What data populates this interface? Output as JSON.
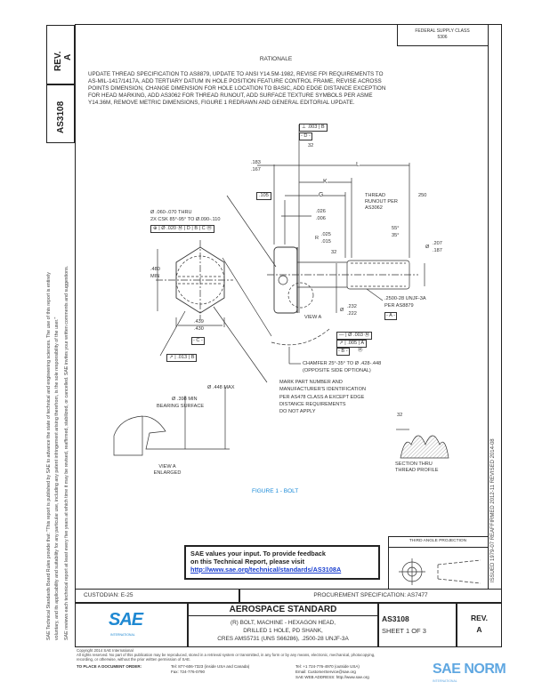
{
  "left_block": {
    "rev_label": "REV.",
    "rev_value": "A",
    "doc_number": "AS3108"
  },
  "left_margin": {
    "line1": "SAE Technical Standards Board Rules provide that: \"This report is published by SAE to advance the state of technical and engineering sciences. The use of this report is entirely",
    "line2": "voluntary, and its applicability and suitability for any particular use, including any patent infringement arising therefrom, is the sole responsibility of the user.\"",
    "line3": "SAE reviews each technical report at least every five years at which time it may be revised, reaffirmed, stabilized, or cancelled. SAE invites your written comments and suggestions."
  },
  "top_right_box": {
    "line1": "FEDERAL SUPPLY CLASS",
    "line2": "5306"
  },
  "rationale": {
    "heading": "RATIONALE",
    "lines": [
      "UPDATE THREAD SPECIFICATION TO AS8879, UPDATE TO ANSI Y14.5M-1982, REVISE FPI REQUIREMENTS TO",
      "AS-MIL-1417/1417A, ADD TERTIARY DATUM IN HOLE POSITION FEATURE CONTROL FRAME, REVISE ACROSS",
      "POINTS DIMENSION, CHANGE DIMENSION FOR HOLE LOCATION TO BASIC, ADD EDGE DISTANCE EXCEPTION",
      "FOR HEAD MARKING, ADD AS3062 FOR THREAD RUNOUT, ADD SURFACE TEXTURE SYMBOLS PER ASME",
      "Y14.36M, REMOVE METRIC DIMENSIONS, FIGURE 1 REDRAWN AND GENERAL EDITORIAL UPDATE."
    ]
  },
  "drawing": {
    "fcf_top": ".003",
    "fcf_top_datum": "B",
    "datum_d": "- D -",
    "roughness_32a": "32",
    "dim_183": ".183",
    "dim_167": ".167",
    "dim_l": "L",
    "dim_k": "K",
    "dim_g": "G",
    "dim_105": ".105",
    "thread_runout": [
      "THREAD",
      "RUNOUT PER",
      "AS3062"
    ],
    "roughness_250": "250",
    "hole_note1": "Ø .060-.070 THRU",
    "hole_note2": "2X CSK 85°-95° TO Ø.090-.110",
    "hole_fcf": [
      "⊕",
      "Ø .020 Ⓜ",
      "D",
      "B",
      "C Ⓜ"
    ],
    "dim_026": ".026",
    "dim_006": ".006",
    "radius_label": "R",
    "dim_r025": ".025",
    "dim_r015": ".015",
    "roughness_32b": "32",
    "angle_55": "55°",
    "angle_35": "35°",
    "dia_sym": "Ø",
    "dim_207": ".207",
    "dim_187": ".187",
    "dim_480": ".480",
    "dim_min": "MIN",
    "thread_spec1": ".2500-28 UNJF-3A",
    "thread_spec2": "PER AS8879",
    "datum_a": "- A -",
    "dim_232": ".232",
    "dim_222": ".222",
    "view_a": "VIEW A",
    "dim_439": ".439",
    "dim_430": ".430",
    "datum_c": "- C -",
    "fcf_straight": [
      "—",
      "Ø .003 Ⓜ"
    ],
    "fcf_runout": [
      "↗",
      ".005",
      "A"
    ],
    "datum_b": "- B -",
    "datum_b_mod": "Ⓜ",
    "fcf_head": [
      "↗",
      ".013",
      "B"
    ],
    "chamfer1": "CHAMFER 25°-35° TO Ø .428-.448",
    "chamfer2": "(OPPOSITE SIDE OPTIONAL)",
    "dim_448": "Ø .448 MAX",
    "mark_note": [
      "MARK PART NUMBER AND",
      "MANUFACTURER'S IDENTIFICATION",
      "PER AS478 CLASS A EXCEPT EDGE",
      "DISTANCE REQUIREMENTS",
      "DO NOT APPLY"
    ],
    "dim_398": "Ø .398 MIN",
    "bearing": "BEARING SURFACE",
    "roughness_32c": "32",
    "view_a_enl": [
      "VIEW A",
      "ENLARGED"
    ],
    "section": [
      "SECTION THRU",
      "THREAD PROFILE"
    ],
    "figure_caption": "FIGURE 1 - BOLT",
    "caption_color": "#1a8ad8"
  },
  "right_margin": "ISSUED 1979-07    REAFFIRMED 2012-11    REVISED 2014-08",
  "feedback": {
    "line1": "SAE values your input. To provide feedback",
    "line2": "on this Technical Report, please visit",
    "link": "http://www.sae.org/technical/standards/AS3108A"
  },
  "projection": {
    "label": "THIRD ANGLE PROJECTION"
  },
  "title_block": {
    "custodian": "CUSTODIAN: E-25",
    "procurement": "PROCUREMENT SPECIFICATION: AS7477",
    "logo_text": "SAE",
    "logo_sub": "INTERNATIONAL",
    "heading": "AEROSPACE STANDARD",
    "title_lines": [
      "(R) BOLT, MACHINE - HEXAGON HEAD,",
      "DRILLED 1 HOLE, PD SHANK,",
      "CRES AMS5731 (UNS S66286), .2500-28 UNJF-3A"
    ],
    "doc_number": "AS3108",
    "sheet": "SHEET 1 OF 3",
    "rev_label": "REV.",
    "rev_value": "A",
    "brand_color": "#1e88d2"
  },
  "footer": {
    "copyright": "Copyright 2014 SAE International",
    "rights": "All rights reserved. No part of this publication may be reproduced, stored in a retrieval system or transmitted, in any form or by any means, electronic, mechanical, photocopying,",
    "rights2": "recording, or otherwise, without the prior written permission of SAE.",
    "order_label": "TO PLACE A DOCUMENT ORDER:",
    "tel1": "Tel: 877-606-7323 (inside USA and Canada)",
    "tel2": "Tel: +1 724-776-4970 (outside USA)",
    "fax": "Fax: 724-776-0790",
    "email": "Email: CustomerService@sae.org",
    "web": "SAE WEB ADDRESS: http://www.sae.org"
  },
  "watermark": {
    "text": "SAE NORM",
    "sub": "INTERNATIONAL"
  }
}
